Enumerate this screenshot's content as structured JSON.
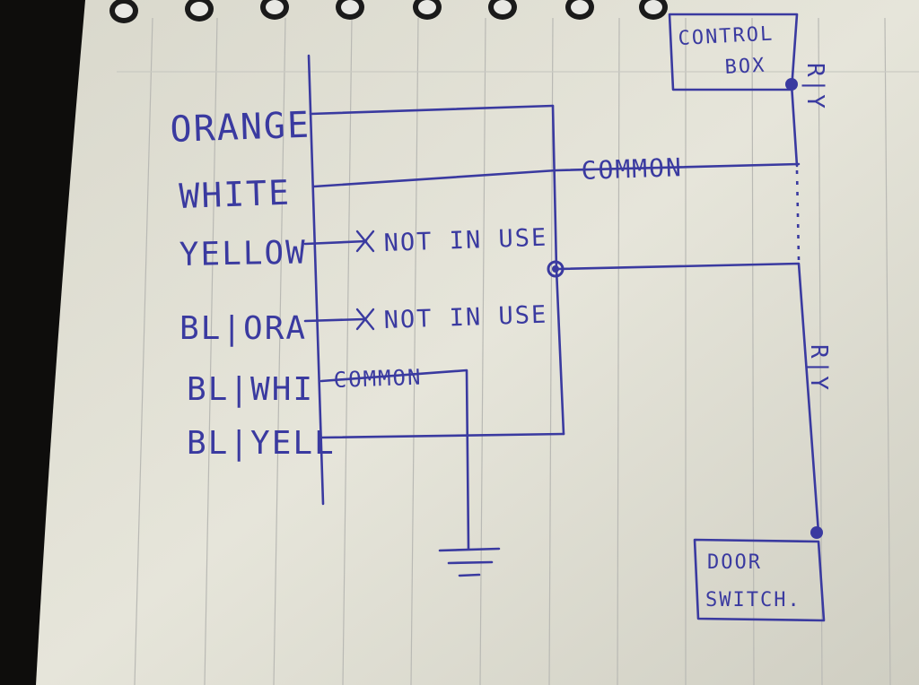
{
  "wires": {
    "orange": "ORANGE",
    "white": "WHITE",
    "yellow": "YELLOW",
    "bl_ora": "BL|ORA",
    "bl_whi": "BL|WHI",
    "bl_yell": "BL|YELL"
  },
  "notes": {
    "not_in_use_1": "NOT IN USE",
    "not_in_use_2": "NOT IN USE",
    "common_top": "COMMON",
    "common_bottom": "COMMON"
  },
  "boxes": {
    "control_box": [
      "CONTROL",
      "BOX"
    ],
    "door_switch": [
      "DOOR",
      "SWITCH."
    ]
  },
  "wire_codes": {
    "top": "R|Y",
    "bottom": "R|Y"
  },
  "colors": {
    "ink": "#3a3aa0",
    "paper": "#e4e3d8",
    "rule_line": "#b9b9b4"
  }
}
